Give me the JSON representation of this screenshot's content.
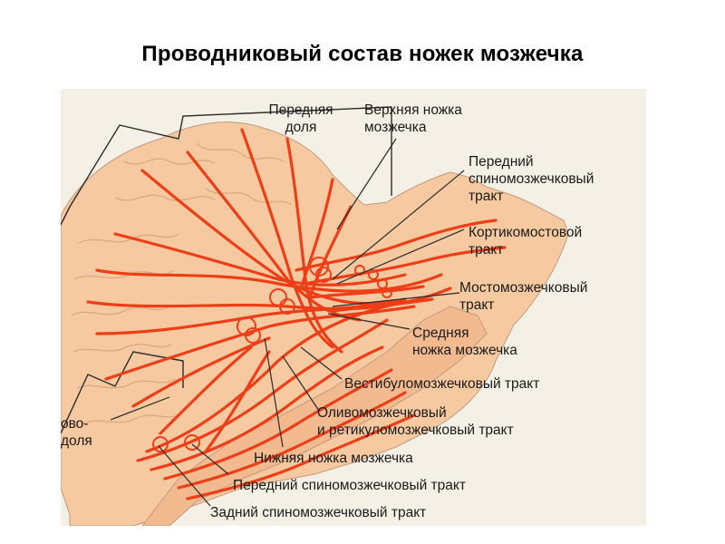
{
  "title": "Проводниковый состав ножек мозжечка",
  "colors": {
    "background": "#f5f0e6",
    "cerebellum": "#f6c9a0",
    "cerebellum_outline": "#b7b0a8",
    "tract": "#ee3e17",
    "leader_line": "#2a2a2a"
  },
  "labels": {
    "anterior_lobe": "Передняя\nдоля",
    "superior_peduncle": "Верхняя ножка\nмозжечка",
    "anterior_spinocerebellar_top": "Передний\nспиномозжечковый\nтракт",
    "corticopontine": "Кортикомостовой\nтракт",
    "pontocerebellar": "Мостомозжечковый\nтракт",
    "middle_peduncle": "Средняя\nножка мозжечка",
    "vestibulocerebellar": "Вестибуломозжечковый тракт",
    "olivo_reticulo": "Оливомозжечковый\nи ретикуломозжечковый тракт",
    "inferior_peduncle": "Нижняя ножка мозжечка",
    "anterior_spinocerebellar_bottom": "Передний спиномозжечковый тракт",
    "posterior_spinocerebellar": "Задний спиномозжечковый тракт",
    "posterior_lobe_cut": "ово-\nдоля"
  }
}
